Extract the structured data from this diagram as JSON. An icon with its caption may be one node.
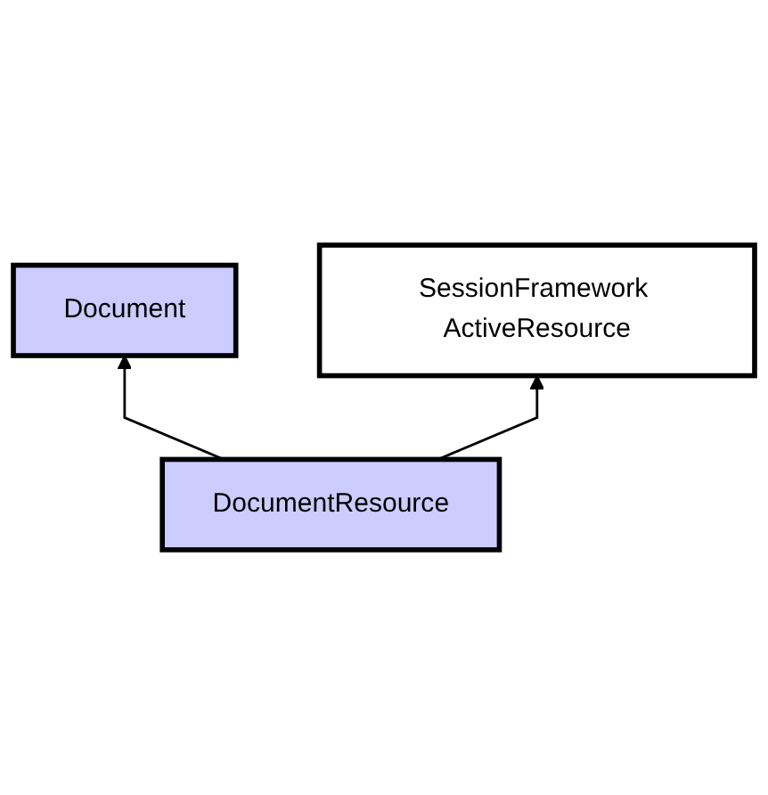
{
  "diagram": {
    "nodes": [
      {
        "text": [
          "Document"
        ]
      },
      {
        "text": [
          "SessionFramework ActiveResource"
        ]
      },
      {
        "text": [
          "DocumentResource"
        ]
      }
    ],
    "edges": [
      {
        "from": 2,
        "to": 0,
        "arrow": "to"
      },
      {
        "from": 2,
        "to": 1,
        "arrow": "to"
      }
    ]
  }
}
